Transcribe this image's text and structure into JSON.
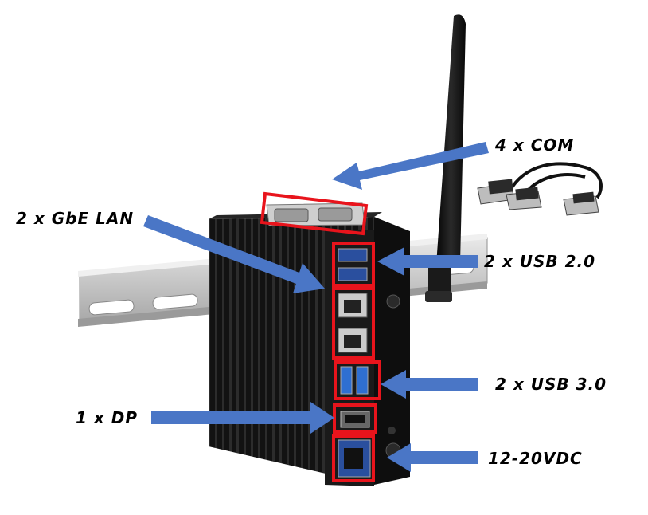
{
  "labels": {
    "com": "4 x COM",
    "lan": "2 x GbE LAN",
    "usb2": "2 x USB 2.0",
    "usb3": "2 x USB 3.0",
    "dp": "1 x DP",
    "power": "12-20VDC"
  },
  "colors": {
    "arrow": "#4a76c6",
    "highlight": "#e8141c",
    "chassis": "#141414",
    "rail": "#cfcfcf"
  }
}
